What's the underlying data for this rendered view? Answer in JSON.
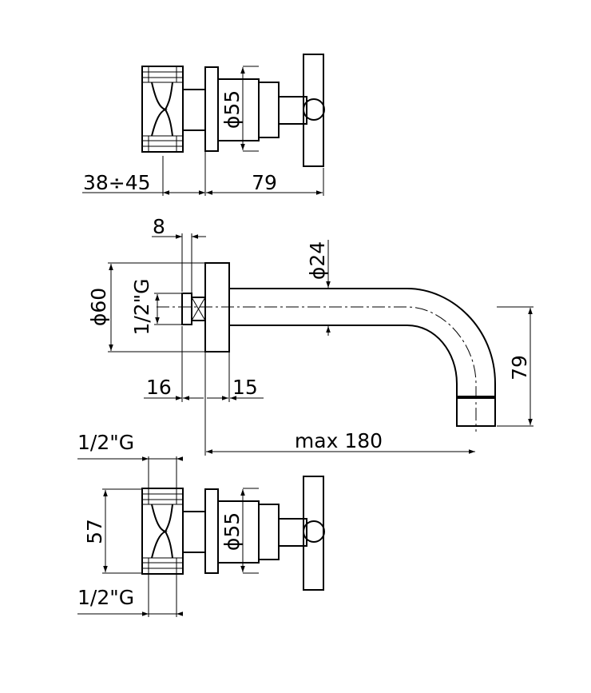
{
  "colors": {
    "line": "#000000",
    "background": "#ffffff"
  },
  "labels": {
    "top_diameter": "ϕ55",
    "top_wall_range": "38÷45",
    "top_depth": "79",
    "mid_plate_thickness": "8",
    "mid_spout_diameter": "ϕ24",
    "mid_body_diameter": "ϕ60",
    "mid_thread": "1/2\"G",
    "mid_dim_left": "16",
    "mid_dim_right": "15",
    "mid_spout_drop": "79",
    "mid_spout_length": "max 180",
    "bot_thread_top": "1/2\"G",
    "bot_height": "57",
    "bot_diameter": "ϕ55",
    "bot_thread_bottom": "1/2\"G"
  }
}
